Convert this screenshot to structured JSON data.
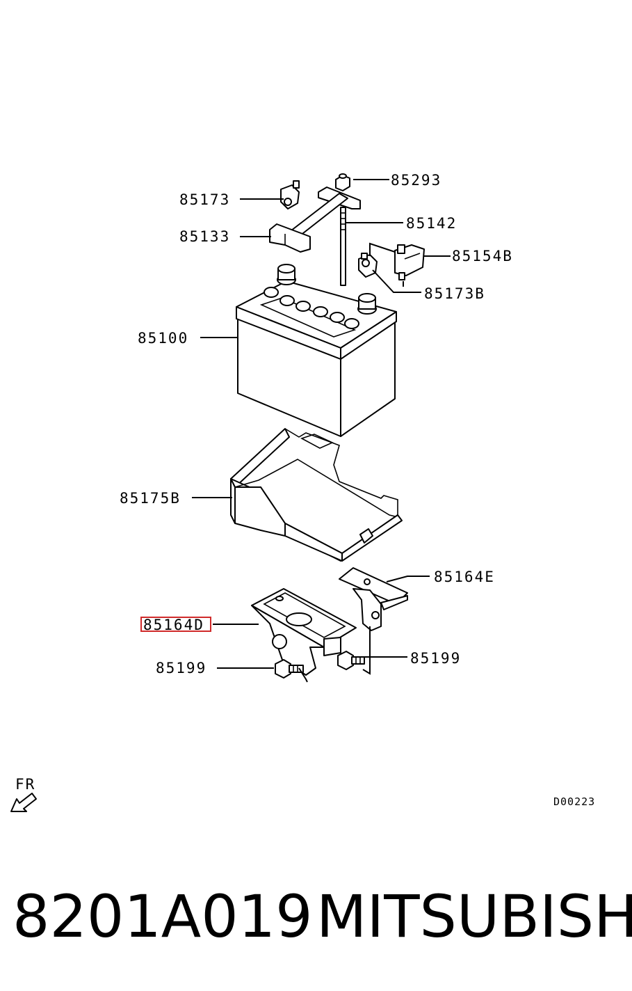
{
  "diagram": {
    "callouts": {
      "p85293": "85293",
      "p85173": "85173",
      "p85133": "85133",
      "p85142": "85142",
      "p85154B": "85154B",
      "p85173B": "85173B",
      "p85100": "85100",
      "p85175B": "85175B",
      "p85164E": "85164E",
      "p85164D": "85164D",
      "p85199_left": "85199",
      "p85199_right": "85199"
    },
    "highlighted_callout": "85164D",
    "highlight_color": "#d02a2a",
    "direction_label": "FR",
    "drawing_code": "D00223"
  },
  "caption": {
    "part_number": "8201A019",
    "brand": "MITSUBISHI"
  }
}
